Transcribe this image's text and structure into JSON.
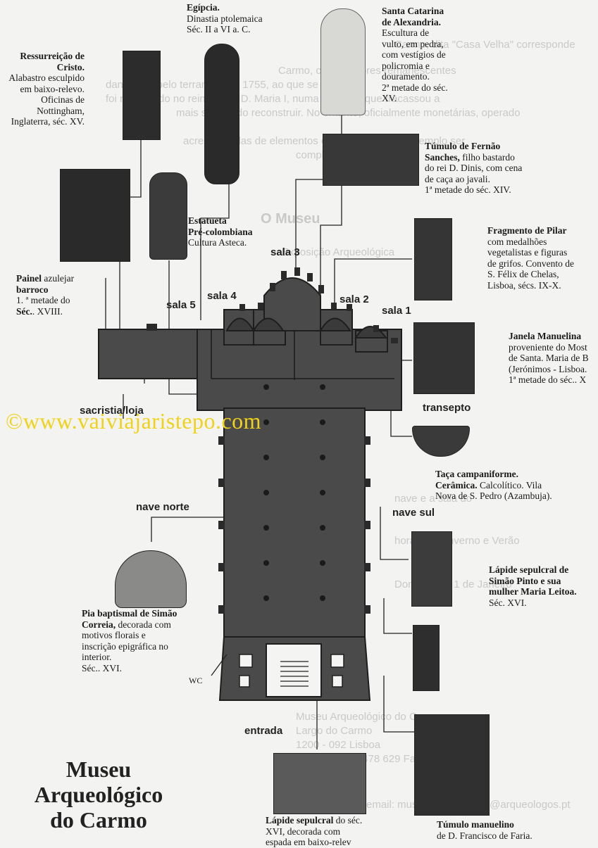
{
  "title": {
    "line1": "Museu",
    "line2": "Arqueológico",
    "line3": "do Carmo"
  },
  "watermark": "©www.vaiviajaristepo.com",
  "rooms": {
    "sala3": "sala 3",
    "sala4": "sala 4",
    "sala2": "sala 2",
    "sala5": "sala 5",
    "sala1": "sala 1",
    "sacristia": "sacristia/loja",
    "transepto": "transepto",
    "nave_norte": "nave norte",
    "nave_sul": "nave sul",
    "entrada": "entrada",
    "wc": "WC"
  },
  "items": {
    "egipcia": {
      "title": "Egípcia.",
      "l1": "Dinastia ptolemaica",
      "l2": "Séc. II a VI a. C."
    },
    "catarina": {
      "title1": "Santa Catarina",
      "title2": "de Alexandria.",
      "l1": "Escultura de",
      "l2": "vulto, em pedra,",
      "l3": "com vestígios de",
      "l4": "policromia e",
      "l5": "douramento.",
      "l6": "2ª metade do séc.",
      "l7": "XV."
    },
    "ressurreicao": {
      "title1": "Ressurreição de",
      "title2": "Cristo.",
      "l1b": "Alabastro",
      "l1": " esculpido",
      "l2": "em baixo-relevo.",
      "l3": "Oficinas de",
      "l4": "Nottingham,",
      "l5": "Inglaterra, séc. XV."
    },
    "tumulo_fernao": {
      "title1": "Túmulo de Fernão",
      "title2": "Sanches,",
      "l1": " filho bastardo",
      "l2": "do rei D. Dinis, com cena",
      "l3": "de caça ao javali.",
      "l4": "1ª metade do séc. XIV."
    },
    "estatueta": {
      "title1": "Estatueta",
      "title2": "Pré-colombiana",
      "l1": "Cultura Asteca."
    },
    "painel": {
      "title1": "Painel",
      "title1b": " azulejar",
      "title2": "barroco",
      "l1": "1. ª metade do",
      "l2b": "Séc.",
      "l2": ". XVIII."
    },
    "pilar": {
      "title": "Fragmento de Pilar",
      "l1": "com medalhões",
      "l2": "vegetalistas e figuras",
      "l3": "de grifos. Convento de",
      "l4": "S. Félix de Chelas,",
      "l5": "Lisboa, sécs. IX-X."
    },
    "janela": {
      "title": "Janela Manuelina",
      "l1": "proveniente do Most",
      "l2": "de Santa. Maria de B",
      "l3": "(Jerónimos - Lisboa.",
      "l4": "1ª metade do séc.. X"
    },
    "taca": {
      "title": "Taça campaniforme.",
      "l1b": "Cerâmica.",
      "l1": " Calcolítico. Vila",
      "l2": "Nova de S. Pedro (Azambuja)."
    },
    "simao_pinto": {
      "title1": "Lápide sepulcral de",
      "title2": "Simão Pinto e sua",
      "title3": "mulher Maria Leitoa.",
      "l1": "Séc. XVI."
    },
    "pia": {
      "title1": "Pia baptismal de Simão",
      "title2": "Correia,",
      "l1": " decorada com",
      "l2": "motivos florais e",
      "l3": "inscrição epigráfica no",
      "l4": "interior.",
      "l5": "Séc.. XVI."
    },
    "lapide_seculo": {
      "title": "Lápide sepulcral",
      "l0": " do séc.",
      "l1": "XVI, decorada com",
      "l2": "espada em baixo-relev"
    },
    "tumulo_manuelino": {
      "title": "Túmulo manuelino",
      "l1": "de D. Francisco de Faria."
    }
  },
  "ghost_text": {
    "g1": "Carmo, dita \"Casa Velha\" corresponde",
    "g2": "Carmo, cujos maiores remanescentes",
    "g3": "danificado pelo terramoto de 1755, ao que se seguiu",
    "g4": "foi restaurado no reinado de D. Maria I, numa intenção que fracassou a",
    "g5": "mais sobretudo reconstruir. No entanto, oficialmente monetárias, operado",
    "g6": "acrescentadas de elementos onde existentes e o templo ser",
    "g7": "completamente museu e",
    "g8": "O Museu",
    "g9": "Exposição Arqueológica",
    "g10": "nave e a sala do",
    "g11": "horário de Inverno e Verão",
    "g12": "Domingos e 1 de Janeiro",
    "g13": "Museu Arqueológico do Carmo",
    "g14": "Largo do Carmo",
    "g15": "1200 - 092 Lisboa",
    "g16": "Telefone: 213 478 629 Fax 213 478 629",
    "g17": "email: museuarqueologico@arqueologos.pt"
  }
}
